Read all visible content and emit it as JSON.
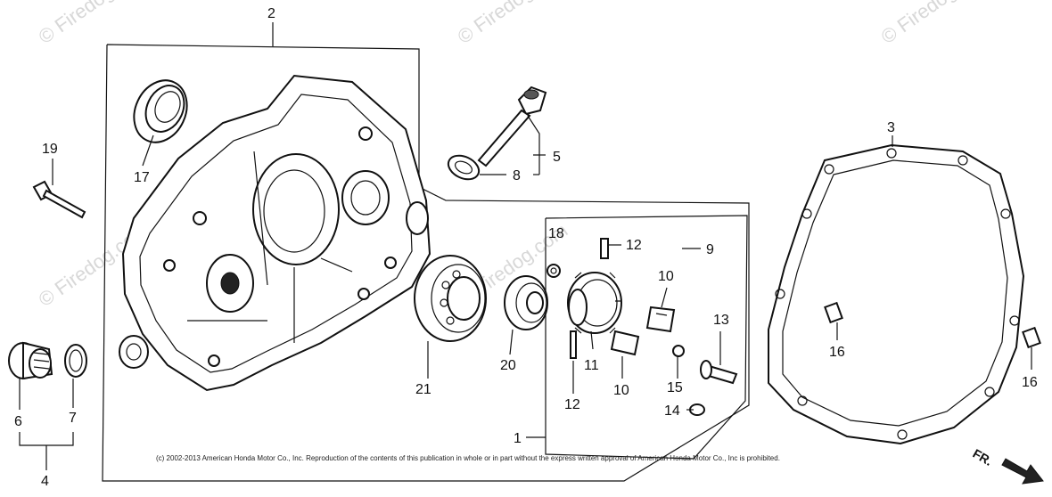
{
  "watermark": "© Firedog.com",
  "copyright": "(c) 2002-2013 American Honda Motor Co., Inc. Reproduction of the contents of this publication in whole or in part without the express written approval of American Honda Motor Co., Inc is prohibited.",
  "front_indicator": "FR.",
  "callouts": {
    "c1": "1",
    "c2": "2",
    "c3": "3",
    "c4": "4",
    "c5": "5",
    "c6": "6",
    "c7": "7",
    "c8": "8",
    "c9": "9",
    "c10a": "10",
    "c10b": "10",
    "c11": "11",
    "c12a": "12",
    "c12b": "12",
    "c13": "13",
    "c14": "14",
    "c15": "15",
    "c16a": "16",
    "c16b": "16",
    "c17": "17",
    "c18": "18",
    "c19": "19",
    "c20": "20",
    "c21": "21"
  }
}
